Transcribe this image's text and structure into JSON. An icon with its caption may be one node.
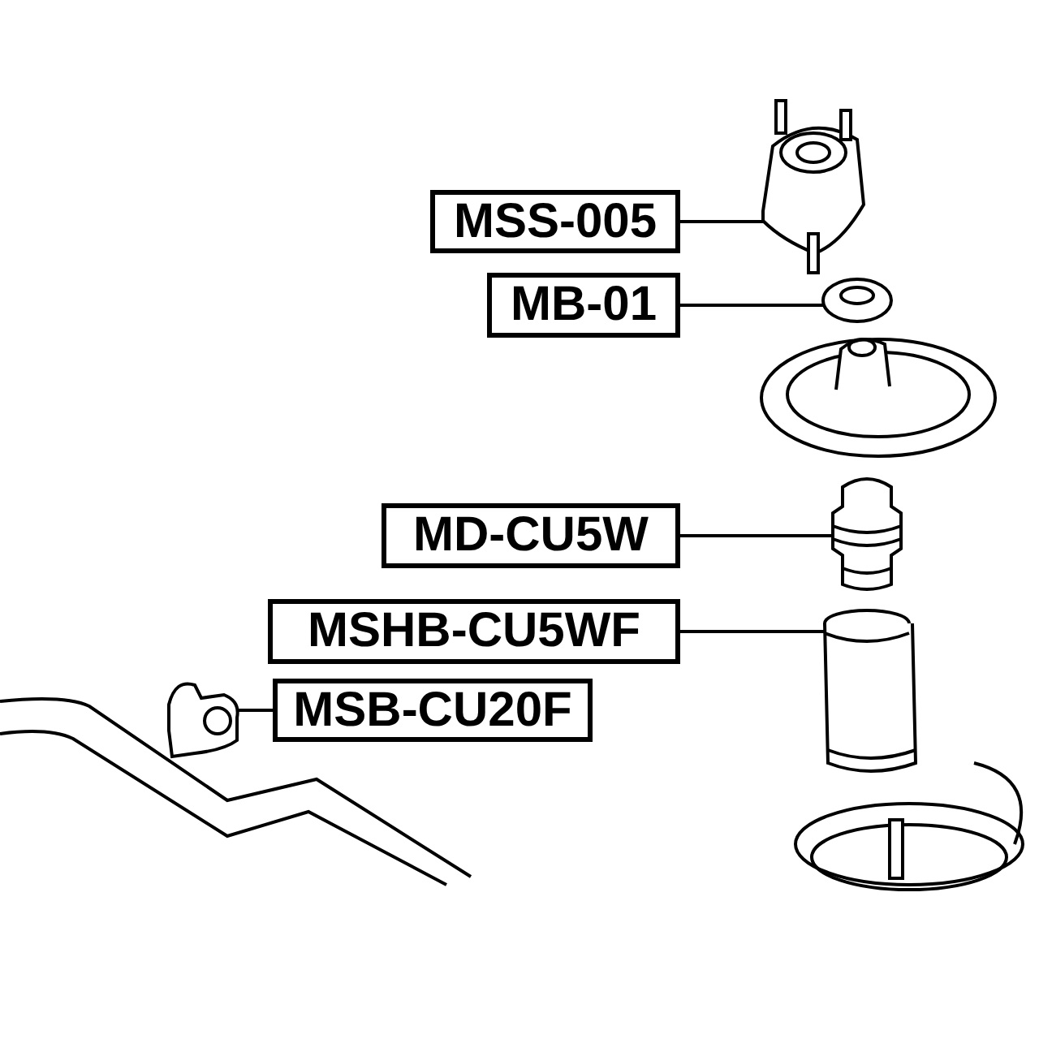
{
  "diagram": {
    "nodes": [
      {
        "text": [
          "MSS-005"
        ]
      },
      {
        "text": [
          "MB-01"
        ]
      },
      {
        "text": [
          "MD-CU5W"
        ]
      },
      {
        "text": [
          "MSHB-CU5WF"
        ]
      },
      {
        "text": [
          "MSB-CU20F"
        ]
      },
      {
        "text": [],
        "shape": "picture"
      },
      {
        "text": [],
        "shape": "picture"
      },
      {
        "text": [],
        "shape": "picture"
      },
      {
        "text": [],
        "shape": "picture"
      },
      {
        "text": [],
        "shape": "picture"
      }
    ],
    "edges": [
      {
        "from": 0,
        "to": 5,
        "arrow": "none"
      },
      {
        "from": 1,
        "to": 6,
        "arrow": "none"
      },
      {
        "from": 2,
        "to": 7,
        "arrow": "none"
      },
      {
        "from": 3,
        "to": 8,
        "arrow": "none"
      },
      {
        "from": 4,
        "to": 9,
        "arrow": "none"
      }
    ]
  }
}
